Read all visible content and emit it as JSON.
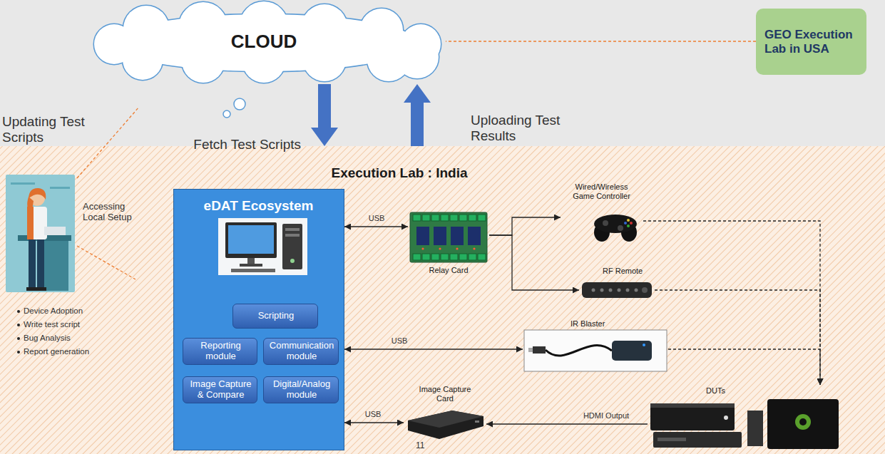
{
  "diagram": {
    "nodes": [
      {
        "text": [
          "CLOUD"
        ]
      },
      {
        "text": [
          "GEO Execution Lab in USA"
        ]
      },
      {
        "text": [
          "Execution Lab : India"
        ]
      },
      {
        "text": [
          "eDAT Ecosystem"
        ],
        "in": 2
      },
      {
        "text": [
          "Scripting"
        ],
        "in": 3
      },
      {
        "text": [
          "Reporting module"
        ],
        "in": 3
      },
      {
        "text": [
          "Communication module"
        ],
        "in": 3
      },
      {
        "text": [
          "Image Capture & Compare"
        ],
        "in": 3
      },
      {
        "text": [
          "Digital/Analog module"
        ],
        "in": 3
      },
      {
        "text": [
          "Wired/Wireless Game Controller"
        ],
        "in": 2
      },
      {
        "text": [
          "Relay Card"
        ],
        "in": 2
      },
      {
        "text": [
          "RF Remote"
        ],
        "in": 2
      },
      {
        "text": [
          "IR Blaster"
        ],
        "in": 2
      },
      {
        "text": [
          "Image Capture Card"
        ],
        "in": 2
      },
      {
        "text": [
          "DUTs"
        ],
        "in": 2
      }
    ],
    "edges": [
      {
        "from": 1,
        "to": 0,
        "arrow": "none"
      },
      {
        "from": 0,
        "to": 2,
        "label": "Fetch Test Scripts",
        "arrow": "to"
      },
      {
        "from": 2,
        "to": 0,
        "label": "Uploading Test Results",
        "arrow": "to"
      },
      {
        "from": 3,
        "to": 10,
        "label": "USB",
        "arrow": "both"
      },
      {
        "from": 10,
        "to": 9,
        "arrow": "to"
      },
      {
        "from": 10,
        "to": 11,
        "arrow": "to"
      },
      {
        "from": 3,
        "to": 12,
        "label": "USB",
        "arrow": "both"
      },
      {
        "from": 3,
        "to": 13,
        "label": "USB",
        "arrow": "both"
      },
      {
        "from": 14,
        "to": 13,
        "label": "HDMI Output",
        "arrow": "to"
      },
      {
        "from": 9,
        "to": 14,
        "arrow": "to"
      },
      {
        "from": 11,
        "to": 14,
        "arrow": "to"
      },
      {
        "from": 12,
        "to": 14,
        "arrow": "to"
      }
    ],
    "labels": [
      "Updating Test Scripts",
      "Accessing Local Setup",
      "Device Adoption",
      "Write test script",
      "Bug Analysis",
      "Report generation",
      "11"
    ]
  }
}
